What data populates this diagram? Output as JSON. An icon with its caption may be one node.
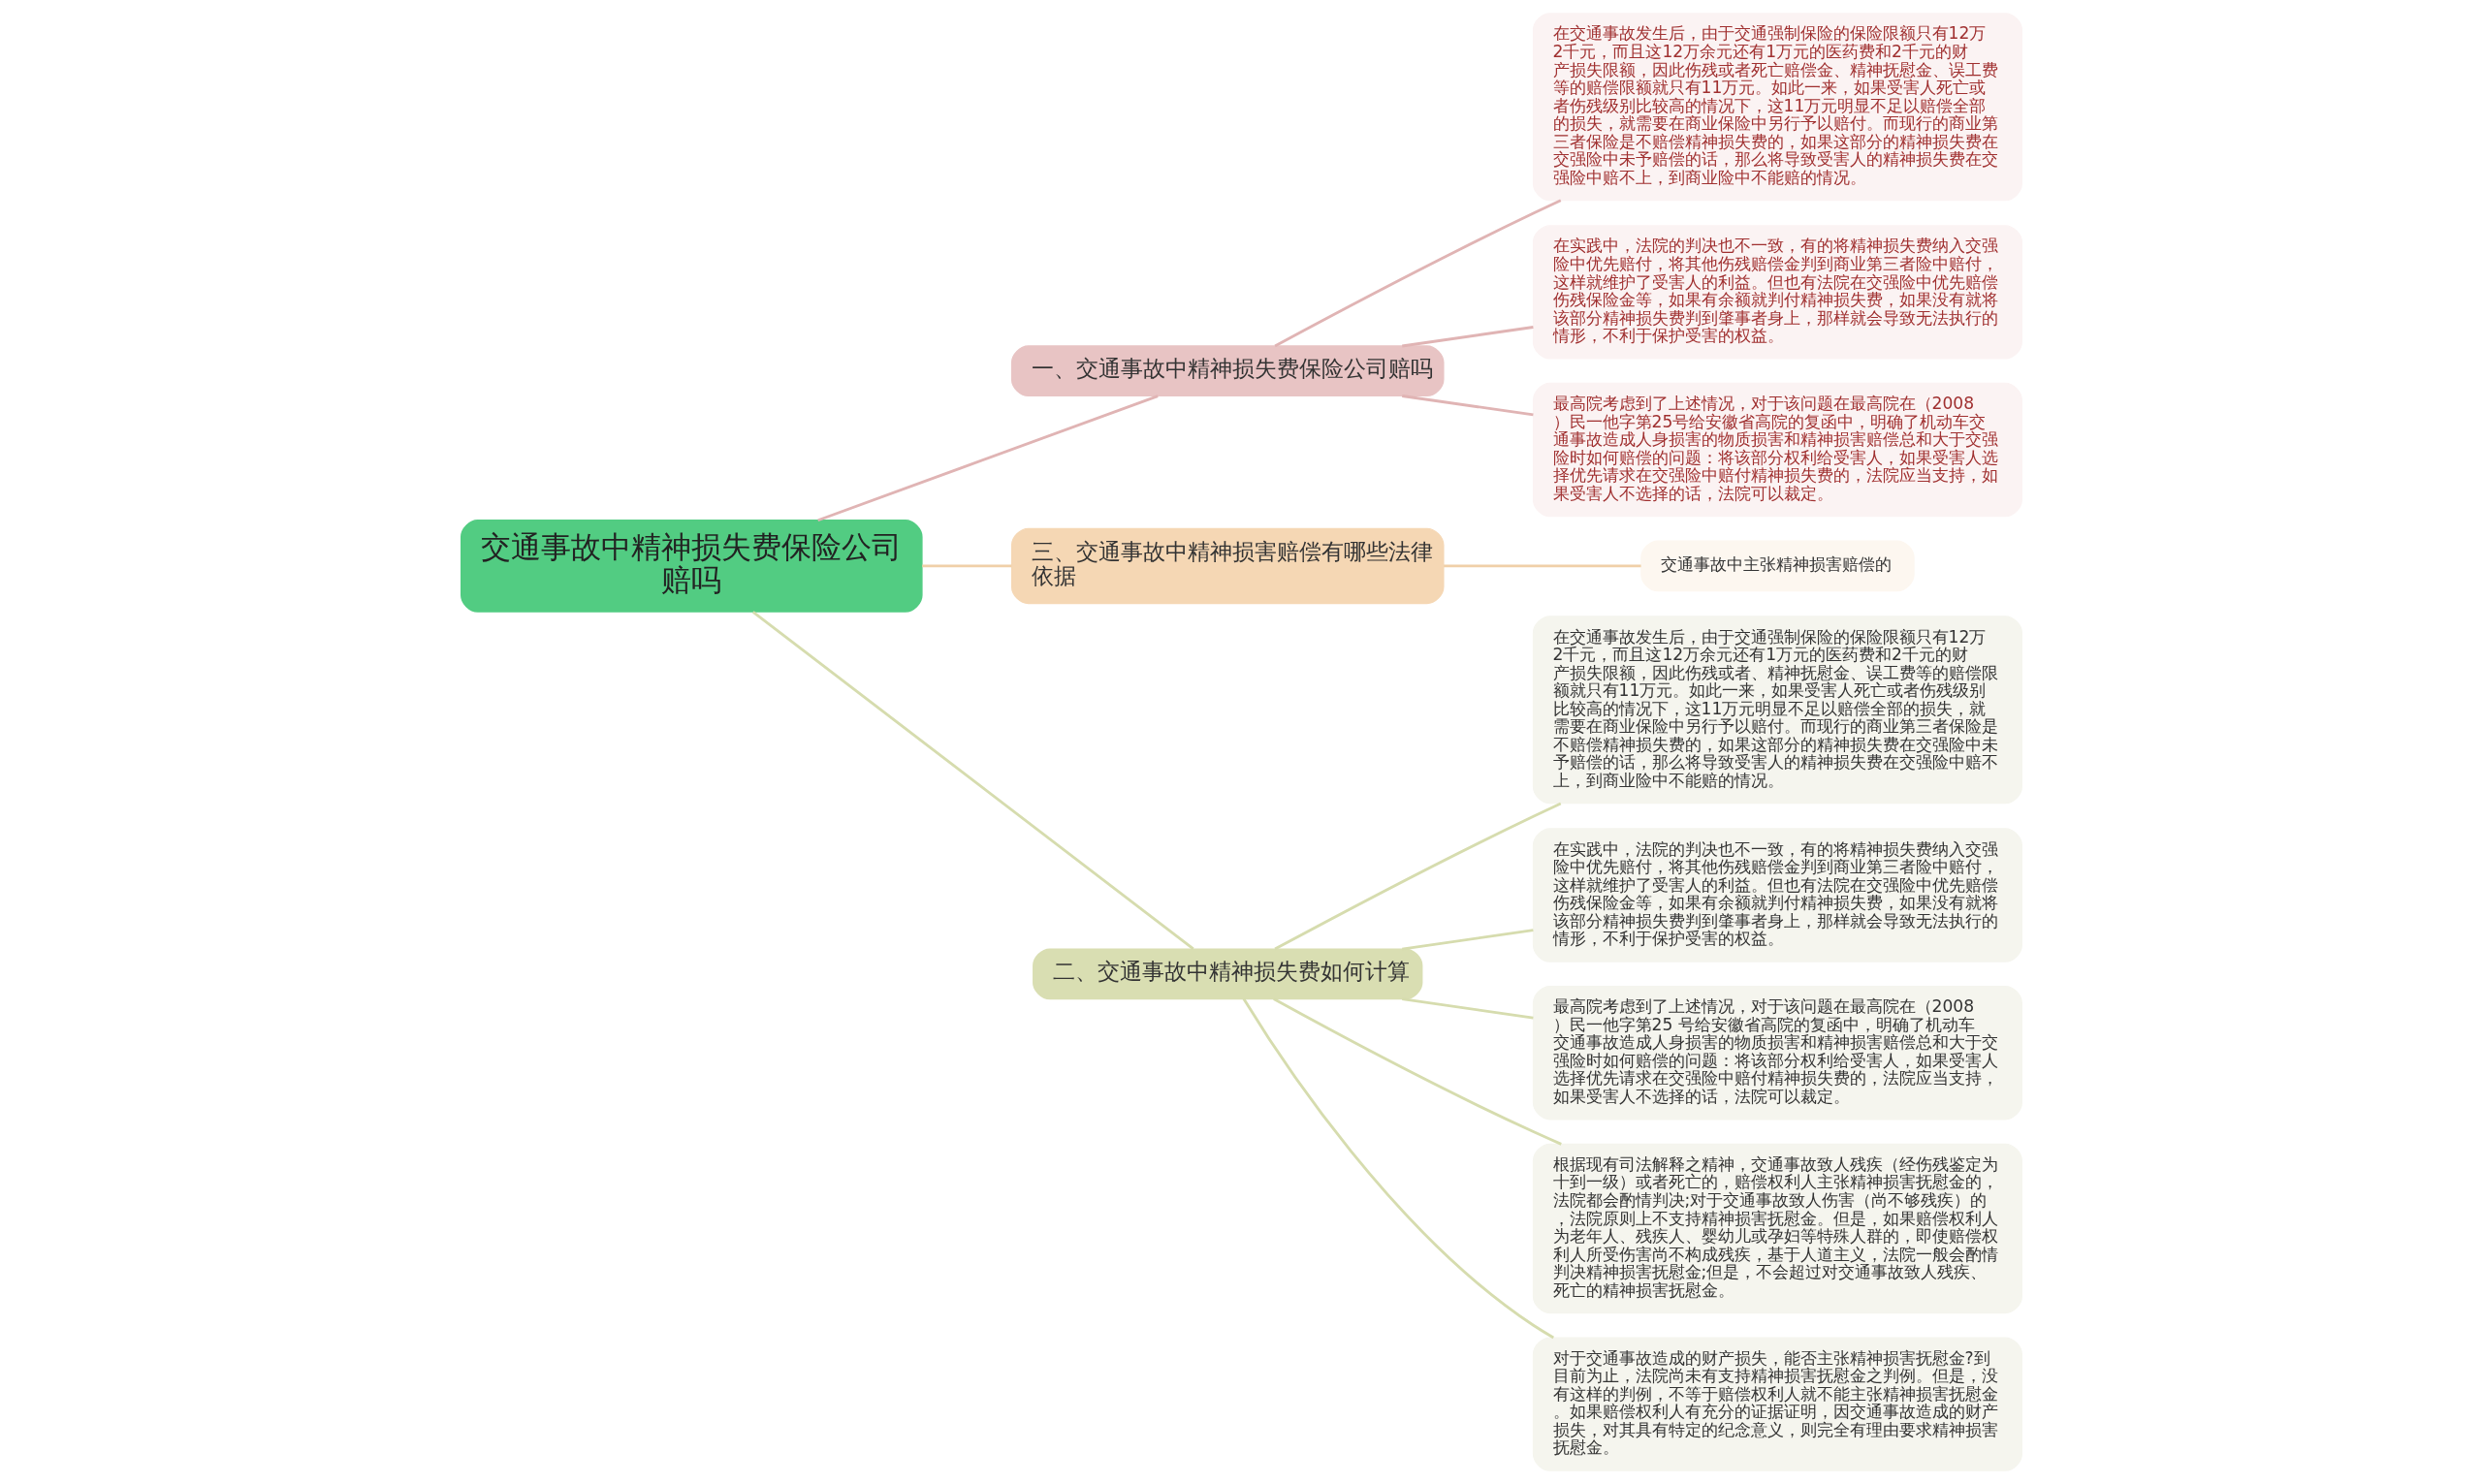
{
  "diagram": {
    "nodes": [
      {
        "text": [
          "交通事故中精神损失费保险公司赔吗"
        ]
      },
      {
        "text": [
          "一、交通事故中精神损失费保险公司赔吗"
        ]
      },
      {
        "text": [
          "在交通事故发生后，由于交通强制保险的保险限额只有12万2千元，而且这12万余元还有1万元的医药费和2千元的财产损失限额，因此伤残或者死亡赔偿金、精神抚慰金、误工费等的赔偿限额就只有11万元。如此一来，如果受害人死亡或者伤残级别比较高的情况下，这11万元明显不足以赔偿全部的损失，就需要在商业保险中另行予以赔付。而现行的商业第三者保险是不赔偿精神损失费的，如果这部分的精神损失费在交强险中未予赔偿的话，那么将导致受害人的精神损失费在交强险中赔不上，到商业险中不能赔的情况。"
        ]
      },
      {
        "text": [
          "在实践中，法院的判决也不一致，有的将精神损失费纳入交强险中优先赔付，将其他伤残赔偿金判到商业第三者险中赔付，这样就维护了受害人的利益。但也有法院在交强险中优先赔偿伤残保险金等，如果有余额就判付精神损失费，如果没有就将该部分精神损失费判到肇事者身上，那样就会导致无法执行的情形，不利于保护受害的权益。"
        ]
      },
      {
        "text": [
          "最高院考虑到了上述情况，对于该问题在最高院在（2008）民一他字第25号给安徽省高院的复函中，明确了机动车交通事故造成人身损害的物质损害和精神损害赔偿总和大于交强险时如何赔偿的问题：将该部分权利给受害人，如果受害人选择优先请求在交强险中赔付精神损失费的，法院应当支持，如果受害人不选择的话，法院可以裁定。"
        ]
      },
      {
        "text": [
          "三、交通事故中精神损害赔偿有哪些法律依据"
        ]
      },
      {
        "text": [
          "交通事故中主张精神损害赔偿的"
        ]
      },
      {
        "text": [
          "二、交通事故中精神损失费如何计算"
        ]
      },
      {
        "text": [
          "在交通事故发生后，由于交通强制保险的保险限额只有12万2千元，而且这12万余元还有1万元的医药费和2千元的财产损失限额，因此伤残或者、精神抚慰金、误工费等的赔偿限额就只有11万元。如此一来，如果受害人死亡或者伤残级别比较高的情况下，这11万元明显不足以赔偿全部的损失，就需要在商业保险中另行予以赔付。而现行的商业第三者保险是不赔偿精神损失费的，如果这部分的精神损失费在交强险中未予赔偿的话，那么将导致受害人的精神损失费在交强险中赔不上，到商业险中不能赔的情况。"
        ]
      },
      {
        "text": [
          "在实践中，法院的判决也不一致，有的将精神损失费纳入交强险中优先赔付，将其他伤残赔偿金判到商业第三者险中赔付，这样就维护了受害人的利益。但也有法院在交强险中优先赔偿伤残保险金等，如果有余额就判付精神损失费，如果没有就将该部分精神损失费判到肇事者身上，那样就会导致无法执行的情形，不利于保护受害的权益。"
        ]
      },
      {
        "text": [
          "最高院考虑到了上述情况，对于该问题在最高院在（2008）民一他字第25 号给安徽省高院的复函中，明确了机动车交通事故造成人身损害的物质损害和精神损害赔偿总和大于交强险时如何赔偿的问题：将该部分权利给受害人，如果受害人选择优先请求在交强险中赔付精神损失费的，法院应当支持，如果受害人不选择的话，法院可以裁定。"
        ]
      },
      {
        "text": [
          "根据现有司法解释之精神，交通事故致人残疾（经伤残鉴定为十到一级）或者死亡的，赔偿权利人主张精神损害抚慰金的，法院都会酌情判决;对于交通事故致人伤害（尚不够残疾）的，法院原则上不支持精神损害抚慰金。但是，如果赔偿权利人为老年人、残疾人、婴幼儿或孕妇等特殊人群的，即使赔偿权利人所受伤害尚不构成残疾，基于人道主义，法院一般会酌情判决精神损害抚慰金;但是，不会超过对交通事故致人残疾、死亡的精神损害抚慰金。"
        ]
      },
      {
        "text": [
          "对于交通事故造成的财产损失，能否主张精神损害抚慰金?到目前为止，法院尚未有支持精神损害抚慰金之判例。但是，没有这样的判例，不等于赔偿权利人就不能主张精神损害抚慰金。如果赔偿权利人有充分的证据证明，因交通事故造成的财产损失，对其具有特定的纪念意义，则完全有理由要求精神损害抚慰金。"
        ]
      }
    ],
    "edges": [
      {
        "from": 0,
        "to": 1,
        "arrow": "none",
        "color": "#e0b4b4"
      },
      {
        "from": 1,
        "to": 2,
        "arrow": "none",
        "color": "#e0b4b4"
      },
      {
        "from": 1,
        "to": 3,
        "arrow": "none",
        "color": "#e0b4b4"
      },
      {
        "from": 1,
        "to": 4,
        "arrow": "none",
        "color": "#e0b4b4"
      },
      {
        "from": 0,
        "to": 5,
        "arrow": "none",
        "color": "#f0d0a8"
      },
      {
        "from": 5,
        "to": 6,
        "arrow": "none",
        "color": "#f0d0a8"
      },
      {
        "from": 0,
        "to": 7,
        "arrow": "none"
      },
      {
        "from": 7,
        "to": 8,
        "arrow": "none"
      },
      {
        "from": 7,
        "to": 9,
        "arrow": "none"
      },
      {
        "from": 7,
        "to": 10,
        "arrow": "none"
      },
      {
        "from": 7,
        "to": 11,
        "arrow": "none"
      },
      {
        "from": 7,
        "to": 12,
        "arrow": "none"
      }
    ]
  }
}
